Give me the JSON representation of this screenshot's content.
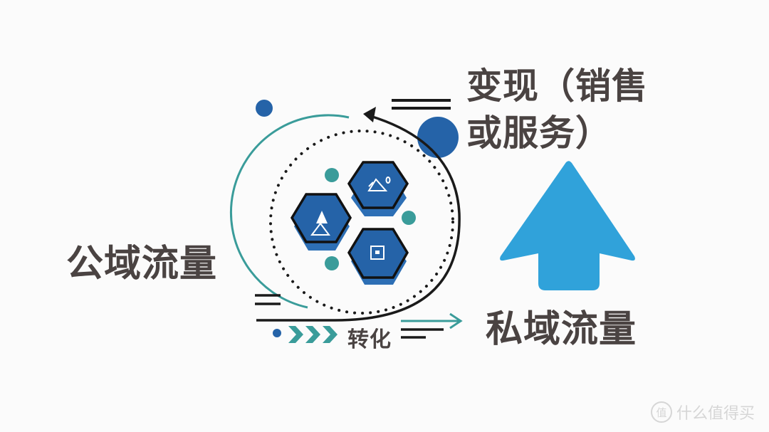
{
  "labels": {
    "public_traffic": "公域流量",
    "private_traffic": "私域流量",
    "monetize_line1": "变现（销售",
    "monetize_line2": "或服务）",
    "convert": "转化"
  },
  "watermark": {
    "icon_text": "值",
    "text": "什么值得买"
  },
  "icons": {
    "hex_top": "mountain-image-icon",
    "hex_left": "triangle-abstract-icon",
    "hex_bottom": "square-frame-icon",
    "big_arrow": "arrow-up-icon",
    "chevrons": "chevron-right-icon"
  },
  "colors": {
    "text": "#4a4342",
    "hex_blue": "#2563a8",
    "teal": "#3a9c9a",
    "arrow_blue": "#30a2da",
    "dark": "#1a1a1a"
  }
}
